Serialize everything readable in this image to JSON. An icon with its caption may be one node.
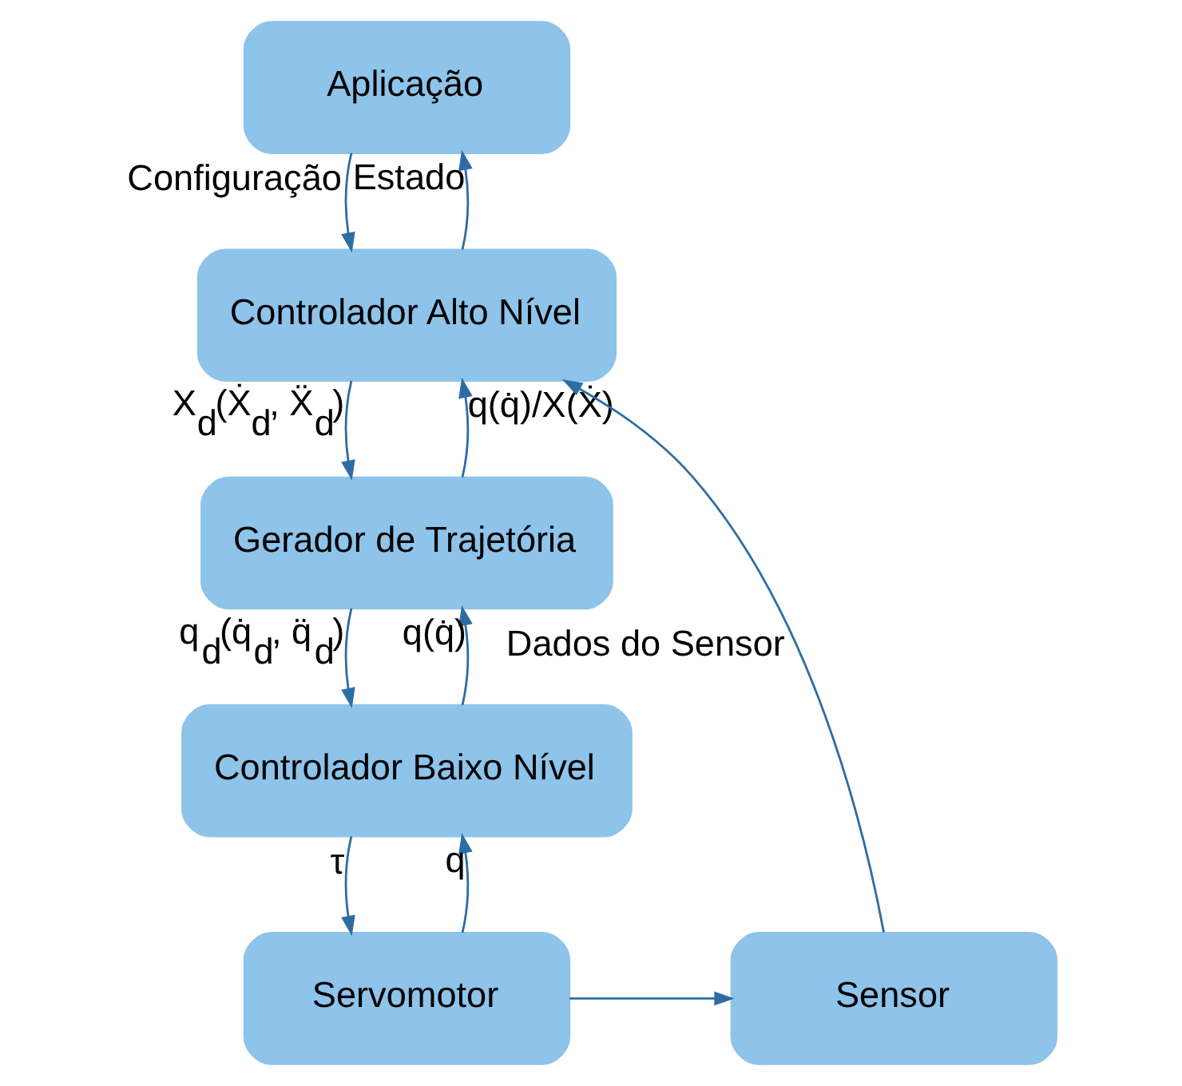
{
  "diagram": {
    "nodes": [
      {
        "text": [
          "Aplicação"
        ]
      },
      {
        "text": [
          "Controlador Alto Nível"
        ]
      },
      {
        "text": [
          "Gerador de Trajetória"
        ]
      },
      {
        "text": [
          "Controlador Baixo Nível"
        ]
      },
      {
        "text": [
          "Servomotor"
        ]
      },
      {
        "text": [
          "Sensor"
        ]
      }
    ],
    "edges": [
      {
        "from": 0,
        "to": 1,
        "arrow": "to",
        "label": "Configuração"
      },
      {
        "from": 1,
        "to": 0,
        "arrow": "to",
        "label": "Estado"
      },
      {
        "from": 1,
        "to": 2,
        "arrow": "to",
        "label": "X$_{d}$(Ẋ$_{d}$, Ẍ$_{d}$)"
      },
      {
        "from": 2,
        "to": 1,
        "arrow": "to",
        "label": "q(q̇)/X(Ẋ)"
      },
      {
        "from": 2,
        "to": 3,
        "arrow": "to",
        "label": "q$_{d}$(q̇$_{d}$, q̈$_{d}$)"
      },
      {
        "from": 3,
        "to": 2,
        "arrow": "to",
        "label": "q(q̇)"
      },
      {
        "from": 3,
        "to": 4,
        "arrow": "to",
        "label": "τ"
      },
      {
        "from": 4,
        "to": 3,
        "arrow": "to",
        "label": "q"
      },
      {
        "from": 4,
        "to": 5,
        "arrow": "to"
      },
      {
        "from": 5,
        "to": 1,
        "arrow": "to",
        "label": "Dados do Sensor"
      }
    ]
  }
}
